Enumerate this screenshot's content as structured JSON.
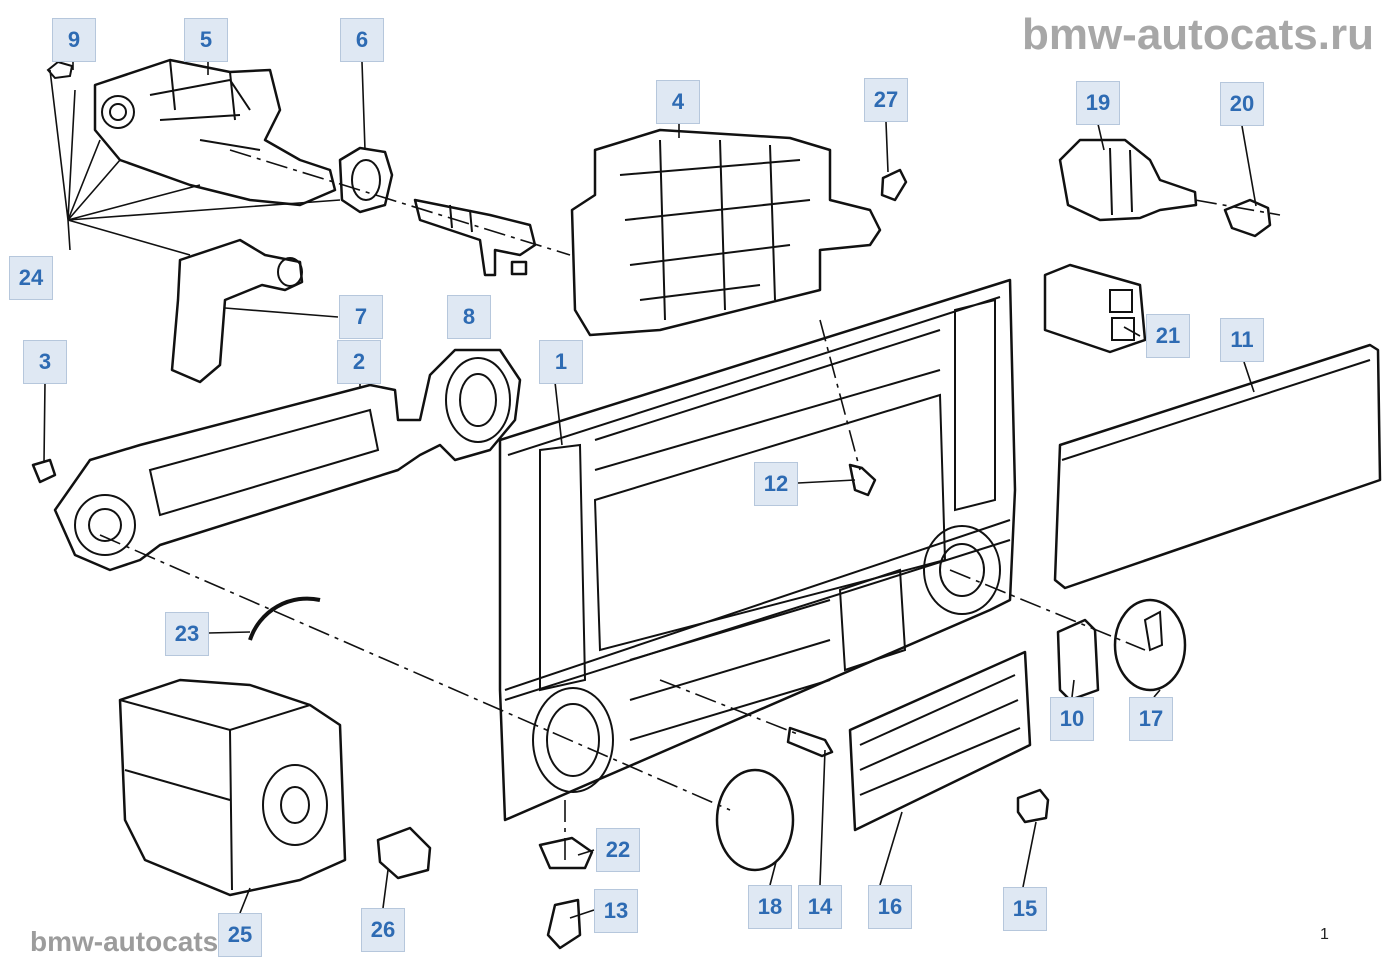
{
  "watermark": {
    "top": "bmw-autocats.ru",
    "bottom": "bmw-autocats.ru"
  },
  "page_mark": "1",
  "callouts": {
    "c1": "1",
    "c2": "2",
    "c3": "3",
    "c4": "4",
    "c5": "5",
    "c6": "6",
    "c7": "7",
    "c8": "8",
    "c9": "9",
    "c10": "10",
    "c11": "11",
    "c12": "12",
    "c13": "13",
    "c14": "14",
    "c15": "15",
    "c16": "16",
    "c17": "17",
    "c18": "18",
    "c19": "19",
    "c20": "20",
    "c21": "21",
    "c22": "22",
    "c23": "23",
    "c24": "24",
    "c25": "25",
    "c26": "26",
    "c27": "27"
  },
  "colors": {
    "callout_fill": "#dfe8f3",
    "callout_text": "#2e6bb3",
    "watermark": "#a7a7a7",
    "line": "#111111"
  }
}
